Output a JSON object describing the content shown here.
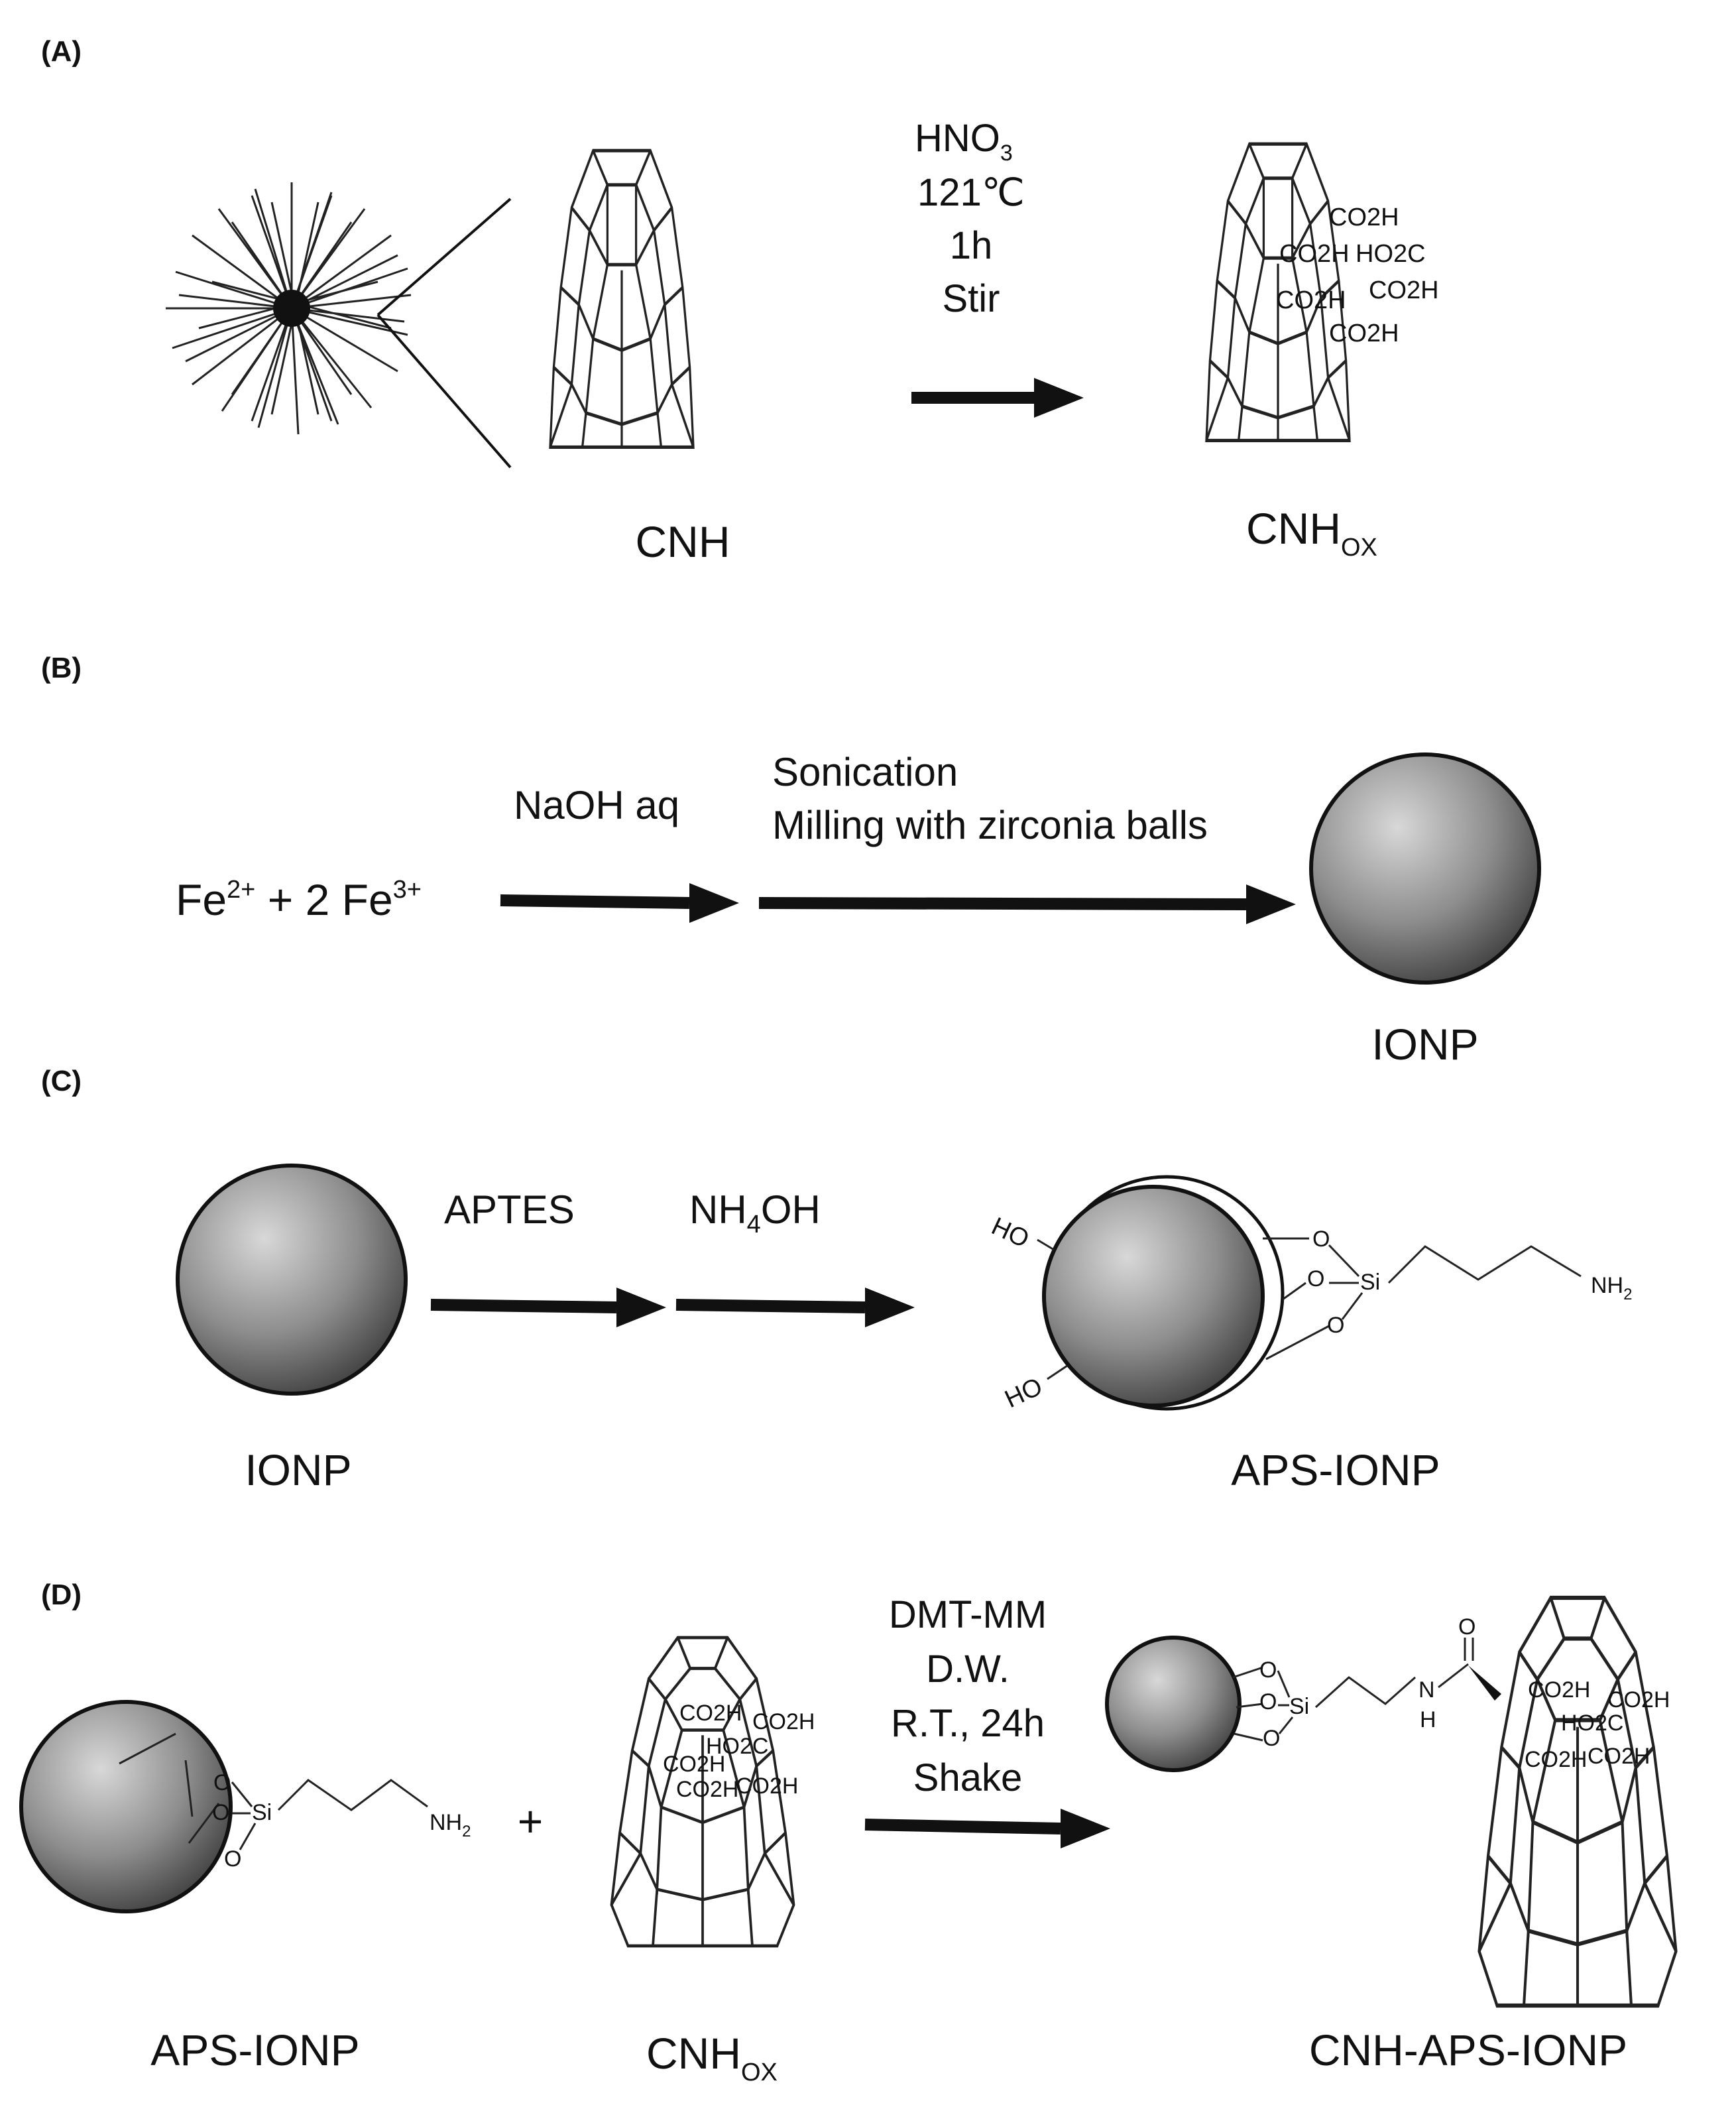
{
  "panels": {
    "A": {
      "label": "(A)",
      "conditions": [
        "HNO",
        "121℃",
        "1h",
        "Stir"
      ],
      "hno3_sub": "3",
      "reactant": "CNH",
      "product": "CNH",
      "product_sub": "OX",
      "groups": [
        "CO2H",
        "CO2H",
        "HO2C",
        "CO2H",
        "CO2H",
        "CO2H"
      ]
    },
    "B": {
      "label": "(B)",
      "fe_a": "Fe",
      "fe_a_sup": "2+",
      "plus_two": "+ 2 Fe",
      "fe_b_sup": "3+",
      "reagent1": "NaOH aq",
      "reagent2_line1": "Sonication",
      "reagent2_line2": "Milling with zirconia balls",
      "product": "IONP"
    },
    "C": {
      "label": "(C)",
      "reactant": "IONP",
      "reagent1": "APTES",
      "reagent2_pre": "NH",
      "reagent2_sub": "4",
      "reagent2_post": "OH",
      "product": "APS-IONP",
      "ho_top": "HO",
      "ho_bottom": "HO",
      "o_letter": "O",
      "si": "Si",
      "nh": "NH",
      "nh_sub": "2"
    },
    "D": {
      "label": "(D)",
      "reactant1": "APS-IONP",
      "plus": "+",
      "reactant2": "CNH",
      "reactant2_sub": "OX",
      "conditions": [
        "DMT-MM",
        "D.W.",
        "R.T., 24h",
        "Shake"
      ],
      "product": "CNH-APS-IONP",
      "amide_o": "O",
      "amide_n": "N",
      "amide_h": "H"
    }
  }
}
